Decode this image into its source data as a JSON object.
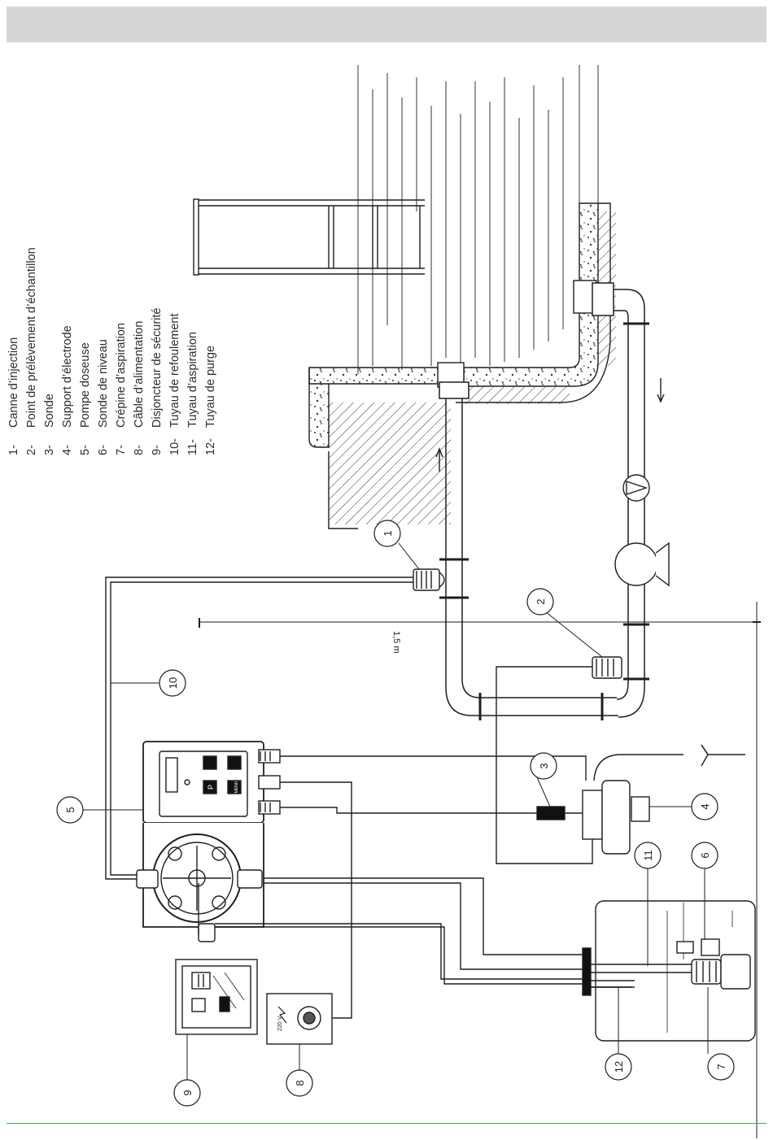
{
  "legend": [
    {
      "num": "1-",
      "text": "Canne d’injection"
    },
    {
      "num": "2-",
      "text": "Point de prélèvement d’échantillon"
    },
    {
      "num": "3-",
      "text": "Sonde"
    },
    {
      "num": "4-",
      "text": "Support d’électrode"
    },
    {
      "num": "5-",
      "text": "Pompe doseuse"
    },
    {
      "num": "6-",
      "text": "Sonde de niveau"
    },
    {
      "num": "7-",
      "text": "Crépine d’aspiration"
    },
    {
      "num": "8-",
      "text": "Câble d’alimentation"
    },
    {
      "num": "9-",
      "text": "Disjoncteur de sécurité"
    },
    {
      "num": "10-",
      "text": "Tuyau de refoulement"
    },
    {
      "num": "11-",
      "text": "Tuyau d’aspiration"
    },
    {
      "num": "12-",
      "text": "Tuyau de purge"
    }
  ],
  "callouts": {
    "c1": "1",
    "c2": "2",
    "c3": "3",
    "c4": "4",
    "c5": "5",
    "c6": "6",
    "c7": "7",
    "c8": "8",
    "c9": "9",
    "c10": "10",
    "c11": "11",
    "c12": "12"
  },
  "dimension_label": "1,5 m",
  "power_label": "220 V",
  "pump_keys": {
    "p": "P",
    "menu": "MENU"
  }
}
